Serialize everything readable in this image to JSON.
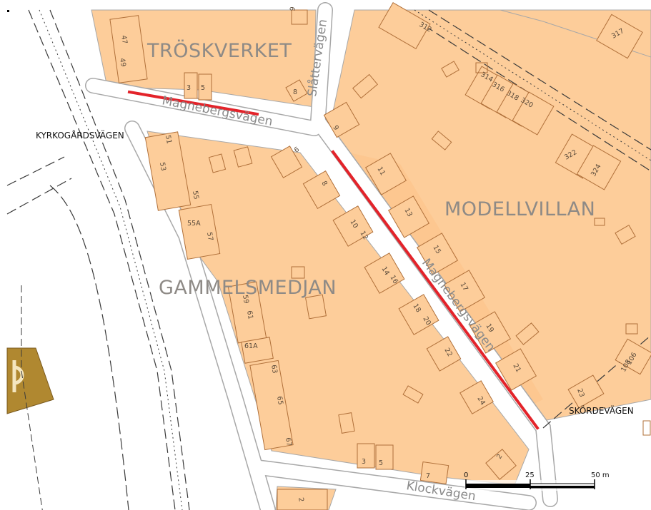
{
  "colors": {
    "block": "#fdcd9a",
    "road": "#ffffff",
    "road_edge": "#a8a8a8",
    "building_outline": "#b0703a",
    "highlight": "#e3232a",
    "landmark": "#b08830"
  },
  "districts": {
    "troskverket": "TRÖSKVERKET",
    "modellvillan": "MODELLVILLAN",
    "gammelsmedjan": "GAMMELSMEDJAN"
  },
  "streets": {
    "magnebergsvagen_top": "Magnebergsvägen",
    "magnebergsvagen_diag": "Magnebergsvägen",
    "slattervagen": "Slåttervägen",
    "klockvagen": "Klockvägen",
    "kyrkogardsvagen": "KYRKOGÅRDSVÄGEN",
    "skordevagen": "SKÖRDEVÄGEN"
  },
  "house_numbers": {
    "n47": "47",
    "n49": "49",
    "n3a": "3",
    "n5a": "5",
    "n8a": "8",
    "n9a": "9",
    "n9b": "9",
    "n312": "312",
    "n317": "317",
    "n314": "314",
    "n316": "316",
    "n318": "318",
    "n320": "320",
    "n322": "322",
    "n324": "324",
    "n51": "51",
    "n53": "53",
    "n55": "55",
    "n55a": "55A",
    "n57": "57",
    "n6": "6",
    "n8b": "8",
    "n10": "10",
    "n12": "12",
    "n14": "14",
    "n16": "16",
    "n18": "18",
    "n20": "20",
    "n22": "22",
    "n24": "24",
    "n11": "11",
    "n13": "13",
    "n15": "15",
    "n17": "17",
    "n19": "19",
    "n21": "21",
    "n23": "23",
    "n106": "106",
    "n108": "108",
    "n59": "59",
    "n61": "61",
    "n61a": "61A",
    "n63": "63",
    "n65": "65",
    "n67": "67",
    "n3b": "3",
    "n5b": "5",
    "n7": "7",
    "n2a": "2",
    "n2b": "2"
  },
  "scale_bar": {
    "label_start": "0",
    "label_mid": "25",
    "label_end": "50 m"
  }
}
